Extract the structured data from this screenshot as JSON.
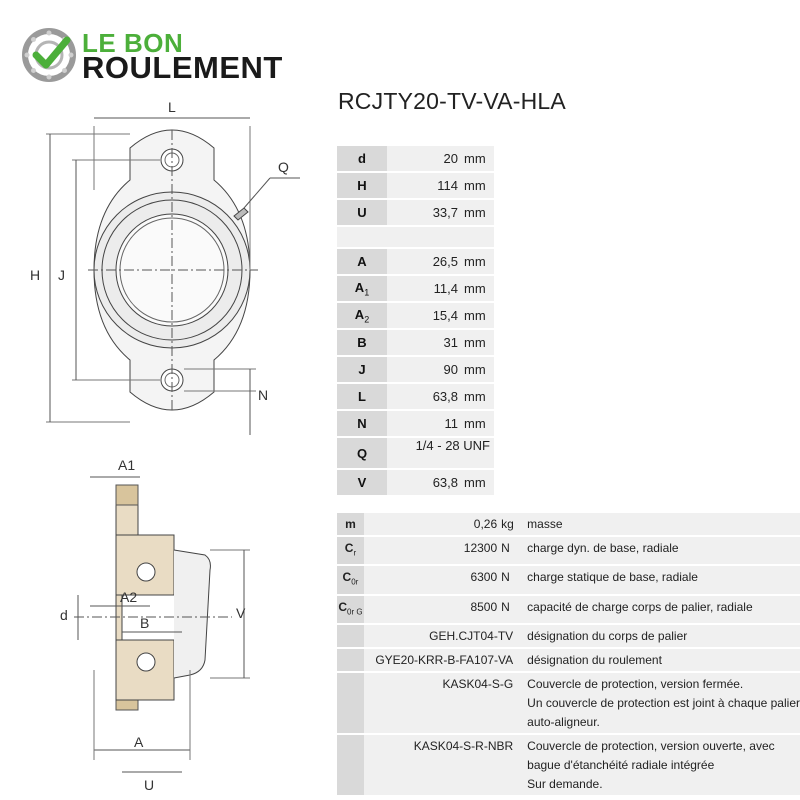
{
  "brand": {
    "line1": "LE BON",
    "line2": "ROULEMENT",
    "accent_color": "#4caf3a",
    "icon": "bearing-check-icon"
  },
  "product_title": "RCJTY20-TV-VA-HLA",
  "drawing_labels": {
    "top_view": {
      "L": "L",
      "Q": "Q",
      "H": "H",
      "J": "J",
      "N": "N"
    },
    "side_view": {
      "A1": "A1",
      "A2": "A2",
      "B": "B",
      "d": "d",
      "V": "V",
      "A": "A",
      "U": "U"
    }
  },
  "dimensions_group1": [
    {
      "symbol": "d",
      "value": "20",
      "unit": "mm"
    },
    {
      "symbol": "H",
      "value": "114",
      "unit": "mm"
    },
    {
      "symbol": "U",
      "value": "33,7",
      "unit": "mm"
    }
  ],
  "dimensions_group2": [
    {
      "symbol": "A",
      "sub": "",
      "value": "26,5",
      "unit": "mm"
    },
    {
      "symbol": "A",
      "sub": "1",
      "value": "11,4",
      "unit": "mm"
    },
    {
      "symbol": "A",
      "sub": "2",
      "value": "15,4",
      "unit": "mm"
    },
    {
      "symbol": "B",
      "sub": "",
      "value": "31",
      "unit": "mm"
    },
    {
      "symbol": "J",
      "sub": "",
      "value": "90",
      "unit": "mm"
    },
    {
      "symbol": "L",
      "sub": "",
      "value": "63,8",
      "unit": "mm"
    },
    {
      "symbol": "N",
      "sub": "",
      "value": "11",
      "unit": "mm"
    },
    {
      "symbol": "Q",
      "sub": "",
      "value": "1/4 - 28 UNF",
      "unit": ""
    },
    {
      "symbol": "V",
      "sub": "",
      "value": "63,8",
      "unit": "mm"
    }
  ],
  "properties": [
    {
      "symbol": "m",
      "sub": "",
      "value": "0,26",
      "unit": "kg",
      "desc": [
        "masse"
      ]
    },
    {
      "symbol": "C",
      "sub": "r",
      "value": "12300",
      "unit": "N",
      "desc": [
        "charge dyn. de base, radiale"
      ]
    },
    {
      "symbol": "C",
      "sub": "0r",
      "value": "6300",
      "unit": "N",
      "desc": [
        "charge statique de base, radiale"
      ]
    },
    {
      "symbol": "C",
      "sub": "0r G",
      "value": "8500",
      "unit": "N",
      "desc": [
        "capacité de charge corps de palier, radiale"
      ]
    },
    {
      "symbol": "",
      "sub": "",
      "value": "GEH.CJT04-TV",
      "unit": "",
      "desc": [
        "désignation du corps de palier"
      ]
    },
    {
      "symbol": "",
      "sub": "",
      "value": "GYE20-KRR-B-FA107-VA",
      "unit": "",
      "desc": [
        "désignation du roulement"
      ]
    },
    {
      "symbol": "",
      "sub": "",
      "value": "KASK04-S-G",
      "unit": "",
      "desc": [
        "Couvercle de protection, version fermée.",
        "Un couvercle de protection est joint à chaque palier",
        "auto-aligneur."
      ]
    },
    {
      "symbol": "",
      "sub": "",
      "value": "KASK04-S-R-NBR",
      "unit": "",
      "desc": [
        "Couvercle de protection, version ouverte, avec",
        "bague d'étanchéité radiale intégrée",
        "Sur demande."
      ]
    }
  ]
}
